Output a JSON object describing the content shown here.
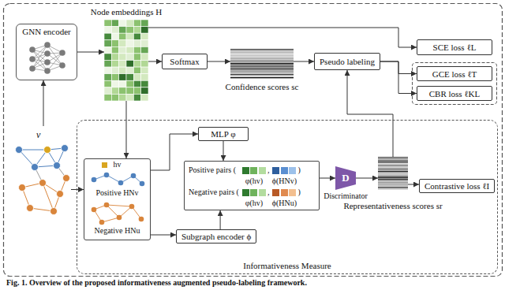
{
  "diagram": {
    "caption": "Fig. 1. Overview of the proposed informativeness augmented pseudo-labeling framework.",
    "nodes": [
      {
        "text": [
          "GNN encoder"
        ]
      },
      {
        "text": [
          "Node embeddings H"
        ]
      },
      {
        "text": [
          "Softmax"
        ]
      },
      {
        "text": [
          "Confidence scores sc"
        ]
      },
      {
        "text": [
          "Pseudo labeling"
        ]
      },
      {
        "text": [
          "SCE loss ℓL"
        ]
      },
      {
        "text": [
          "GCE loss ℓT"
        ]
      },
      {
        "text": [
          "CBR loss ℓKL"
        ]
      },
      {
        "text": [
          "v"
        ]
      },
      {
        "text": [
          "Informativeness Measure"
        ]
      },
      {
        "text": [
          "MLP φ"
        ],
        "in": 9
      },
      {
        "text": [
          "hv",
          "Positive HNv",
          "Negative HNu"
        ],
        "in": 9
      },
      {
        "text": [
          "Subgraph encoder ϕ"
        ],
        "in": 9
      },
      {
        "text": [
          "Positive pairs (",
          ",",
          ")",
          "φ(hv)",
          "ϕ(HNv)",
          "Negative pairs (",
          ",",
          ")",
          "φ(hv)",
          "ϕ(HNu)"
        ],
        "in": 9
      },
      {
        "text": [
          "D",
          "Discriminator"
        ],
        "in": 9
      },
      {
        "text": [
          "Representativeness scores sr"
        ],
        "in": 9
      },
      {
        "text": [
          "Contrastive loss ℓI"
        ],
        "in": 9
      }
    ],
    "edges": [
      {
        "from": 8,
        "to": 0,
        "arrow": "to"
      },
      {
        "from": 0,
        "to": 1,
        "arrow": "to"
      },
      {
        "from": 1,
        "to": 2,
        "arrow": "to"
      },
      {
        "from": 2,
        "to": 3,
        "arrow": "to"
      },
      {
        "from": 3,
        "to": 4,
        "arrow": "to"
      },
      {
        "from": 1,
        "to": 5,
        "arrow": "to"
      },
      {
        "from": 4,
        "to": 6,
        "arrow": "to"
      },
      {
        "from": 4,
        "to": 7,
        "arrow": "to"
      },
      {
        "from": 1,
        "to": 11,
        "arrow": "to"
      },
      {
        "from": 8,
        "to": 11,
        "arrow": "to"
      },
      {
        "from": 11,
        "to": 10,
        "arrow": "to"
      },
      {
        "from": 11,
        "to": 12,
        "arrow": "to"
      },
      {
        "from": 10,
        "to": 13,
        "arrow": "to"
      },
      {
        "from": 12,
        "to": 13,
        "arrow": "to"
      },
      {
        "from": 13,
        "to": 14,
        "arrow": "to"
      },
      {
        "from": 14,
        "to": 15,
        "arrow": "to"
      },
      {
        "from": 15,
        "to": 4,
        "arrow": "to"
      },
      {
        "from": 15,
        "to": 16,
        "arrow": "to"
      }
    ]
  }
}
